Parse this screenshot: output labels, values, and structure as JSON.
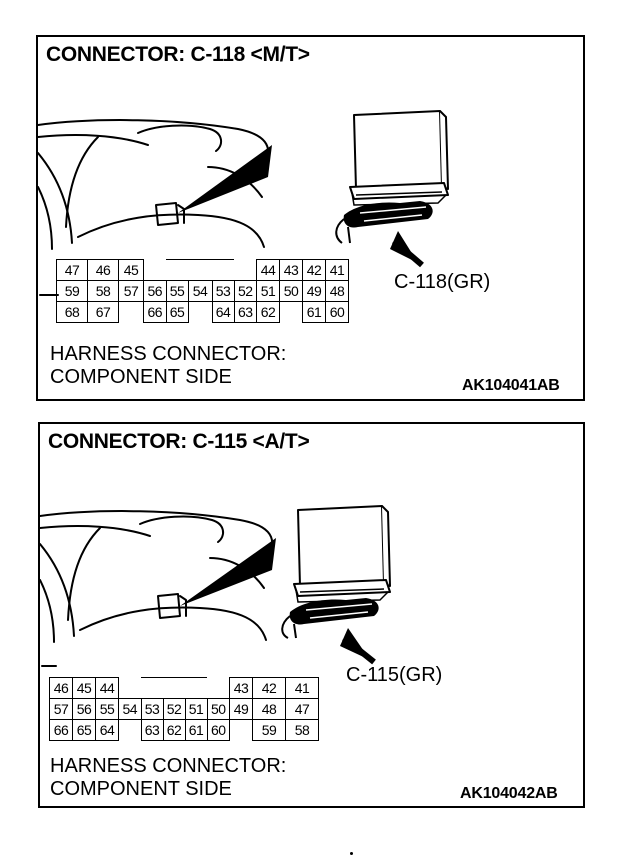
{
  "panels": [
    {
      "title": "CONNECTOR: C-118 <M/T>",
      "connector_label": "C-118(GR)",
      "caption_line1": "HARNESS CONNECTOR:",
      "caption_line2": "COMPONENT SIDE",
      "figure_code": "AK104041AB",
      "pin_rows": [
        [
          "47",
          "46",
          "45",
          "",
          "",
          "",
          "",
          "",
          "44",
          "43",
          "42",
          "41"
        ],
        [
          "59",
          "58",
          "57",
          "56",
          "55",
          "54",
          "53",
          "52",
          "51",
          "50",
          "49",
          "48"
        ],
        [
          "68",
          "67",
          "",
          "66",
          "65",
          "",
          "64",
          "63",
          "62",
          "",
          "61",
          "60"
        ]
      ]
    },
    {
      "title": "CONNECTOR: C-115 <A/T>",
      "connector_label": "C-115(GR)",
      "caption_line1": "HARNESS CONNECTOR:",
      "caption_line2": "COMPONENT SIDE",
      "figure_code": "AK104042AB",
      "pin_rows": [
        [
          "46",
          "45",
          "44",
          "",
          "",
          "",
          "",
          "",
          "43",
          "42",
          "41"
        ],
        [
          "57",
          "56",
          "55",
          "54",
          "53",
          "52",
          "51",
          "50",
          "49",
          "48",
          "47"
        ],
        [
          "66",
          "65",
          "64",
          "",
          "63",
          "62",
          "61",
          "60",
          "",
          "59",
          "58"
        ]
      ]
    }
  ]
}
